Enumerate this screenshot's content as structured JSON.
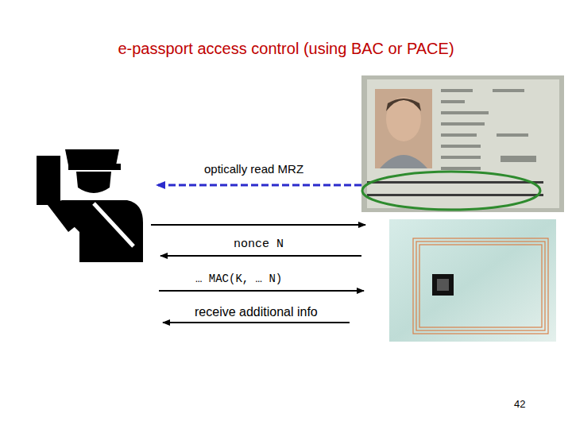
{
  "diagram": {
    "title": "e-passport access control (using BAC or PACE)",
    "labels": [
      "optically read MRZ",
      "nonce N",
      "… MAC(K, … N)",
      "receive additional info",
      "42"
    ]
  }
}
